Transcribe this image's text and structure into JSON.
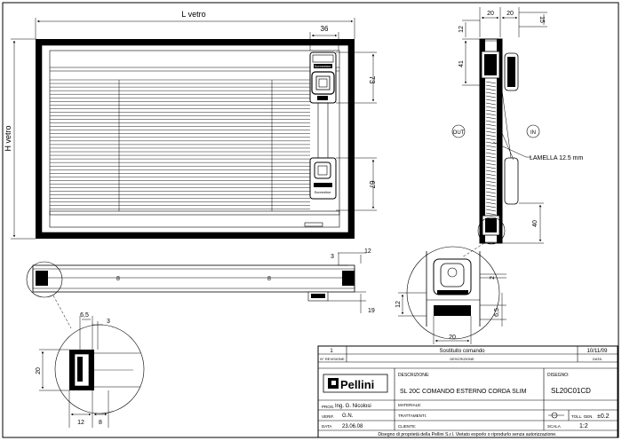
{
  "dims": {
    "l_vetro": "L vetro",
    "h_vetro": "H vetro",
    "d36": "36",
    "d73": "73",
    "d67": "67",
    "d20a": "20",
    "d20b": "20",
    "d15": "15",
    "d12": "12",
    "d41": "41",
    "d40": "40",
    "d12b": "12",
    "d3": "3",
    "d19": "19",
    "d6_5": "6,5",
    "d3b": "3",
    "d20c": "20",
    "d12c": "12",
    "d8": "8",
    "d2": "2",
    "d12d": "12",
    "d6_5b": "6,5",
    "d20d": "20"
  },
  "labels": {
    "out": "OUT",
    "in": "IN",
    "lamella": "LAMELLA 12.5 mm",
    "screenline": "Screenline",
    "slat_mark": "8"
  },
  "title_block": {
    "revision_no": "1",
    "revision_text": "Sostituito comando",
    "revision_date": "10/11/09",
    "col_revision": "N° REVISIONE",
    "col_description": "DESCRIZIONE",
    "col_date": "DATA",
    "logo": "Pellini",
    "descr_label": "DESCRIZIONE:",
    "descr_value": "SL 20C COMANDO ESTERNO CORDA SLIM",
    "drawing_label": "DISEGNO:",
    "drawing_value": "SL20C01CD",
    "prog_label": "PROG.",
    "prog_value": "Ing. G. Nicolosi",
    "material_label": "MATERIALE:",
    "verif_label": "VERIF.",
    "verif_value": "G.N.",
    "treatment_label": "TRATTAMENTI:",
    "tol_label": "TOLL. GEN.",
    "tol_value": "±0.2",
    "date_label": "DATA",
    "date_value": "23.06.08",
    "client_label": "CLIENTE:",
    "scale_label": "SCALA",
    "scale_value": "1:2",
    "footer": "Disegno di proprietà della Pellini S.r.l. Vietato esporlo o riprodurlo senza autorizzazione."
  }
}
